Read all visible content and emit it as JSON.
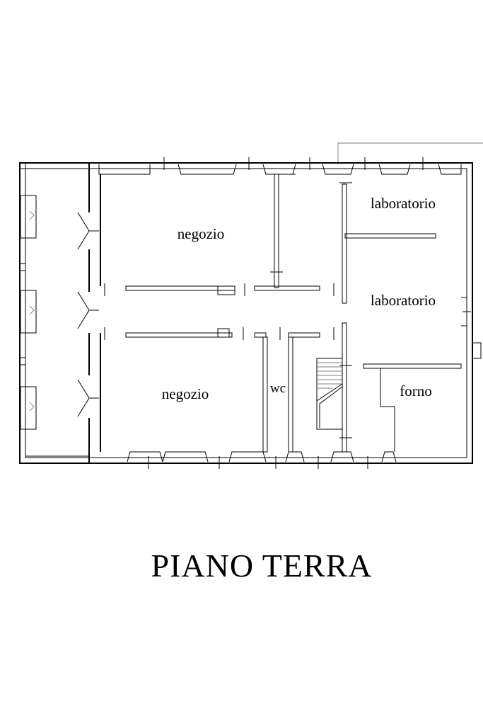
{
  "plan": {
    "title": "PIANO TERRA",
    "rooms": {
      "negozio_top": "negozio",
      "negozio_bottom": "negozio",
      "laboratorio_top": "laboratorio",
      "laboratorio_mid": "laboratorio",
      "wc": "wc",
      "forno": "forno"
    }
  }
}
